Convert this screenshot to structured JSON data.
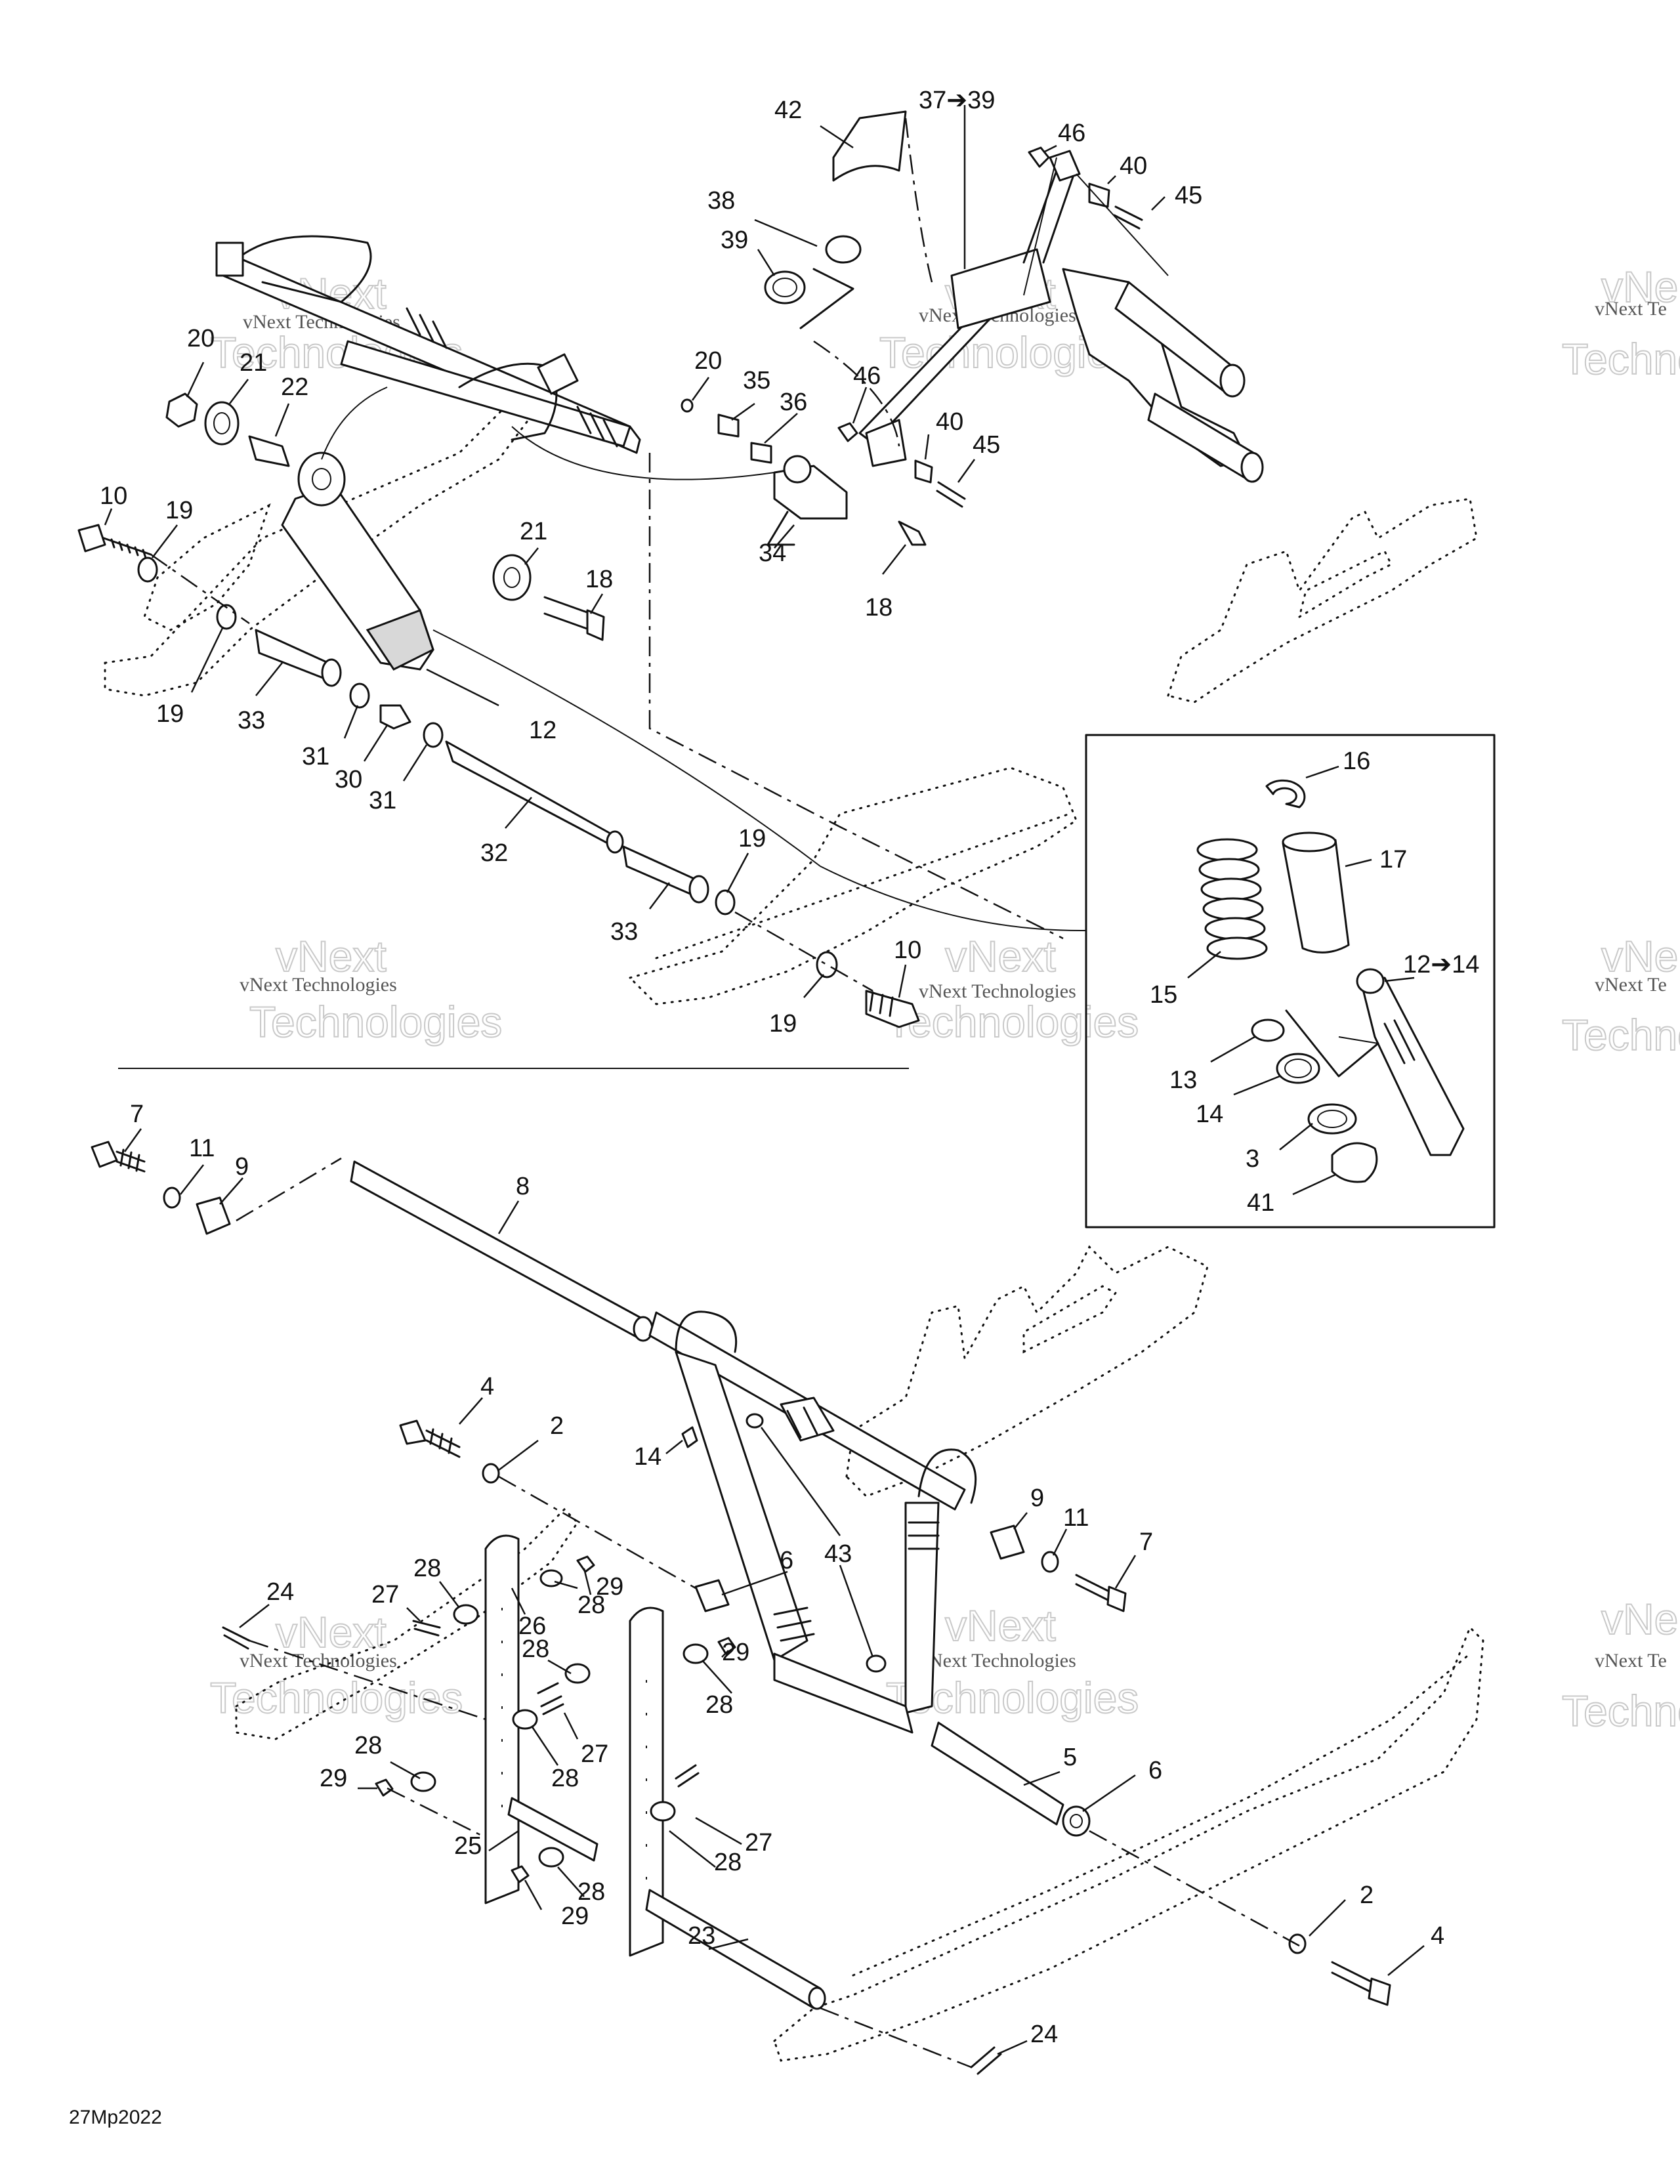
{
  "drawing_code": "27Mp2022",
  "watermark": {
    "line": "vNext Technologies",
    "big_top": "vNext",
    "big_bottom": "Technologies",
    "edge_top": "vNe",
    "edge_small": "vNext Te",
    "edge_bottom": "Techno"
  },
  "callouts": [
    {
      "id": "c42",
      "text": "42"
    },
    {
      "id": "c37",
      "text": "37➔39"
    },
    {
      "id": "c46a",
      "text": "46"
    },
    {
      "id": "c40a",
      "text": "40"
    },
    {
      "id": "c45a",
      "text": "45"
    },
    {
      "id": "c38",
      "text": "38"
    },
    {
      "id": "c39",
      "text": "39"
    },
    {
      "id": "c20a",
      "text": "20"
    },
    {
      "id": "c21a",
      "text": "21"
    },
    {
      "id": "c22",
      "text": "22"
    },
    {
      "id": "c20b",
      "text": "20"
    },
    {
      "id": "c35",
      "text": "35"
    },
    {
      "id": "c36",
      "text": "36"
    },
    {
      "id": "c46b",
      "text": "46"
    },
    {
      "id": "c40b",
      "text": "40"
    },
    {
      "id": "c45b",
      "text": "45"
    },
    {
      "id": "c34",
      "text": "34"
    },
    {
      "id": "c18a",
      "text": "18"
    },
    {
      "id": "c10a",
      "text": "10"
    },
    {
      "id": "c19a",
      "text": "19"
    },
    {
      "id": "c21b",
      "text": "21"
    },
    {
      "id": "c18b",
      "text": "18"
    },
    {
      "id": "c19b",
      "text": "19"
    },
    {
      "id": "c33a",
      "text": "33"
    },
    {
      "id": "c12",
      "text": "12"
    },
    {
      "id": "c31a",
      "text": "31"
    },
    {
      "id": "c30",
      "text": "30"
    },
    {
      "id": "c31b",
      "text": "31"
    },
    {
      "id": "c32",
      "text": "32"
    },
    {
      "id": "c19c",
      "text": "19"
    },
    {
      "id": "c33b",
      "text": "33"
    },
    {
      "id": "c10b",
      "text": "10"
    },
    {
      "id": "c19d",
      "text": "19"
    },
    {
      "id": "c16",
      "text": "16"
    },
    {
      "id": "c17",
      "text": "17"
    },
    {
      "id": "c15",
      "text": "15"
    },
    {
      "id": "c1214",
      "text": "12➔14"
    },
    {
      "id": "c13",
      "text": "13"
    },
    {
      "id": "c14a",
      "text": "14"
    },
    {
      "id": "c3",
      "text": "3"
    },
    {
      "id": "c41",
      "text": "41"
    },
    {
      "id": "c7a",
      "text": "7"
    },
    {
      "id": "c11a",
      "text": "11"
    },
    {
      "id": "c9a",
      "text": "9"
    },
    {
      "id": "c8",
      "text": "8"
    },
    {
      "id": "c4a",
      "text": "4"
    },
    {
      "id": "c2a",
      "text": "2"
    },
    {
      "id": "c14b",
      "text": "14"
    },
    {
      "id": "c43",
      "text": "43"
    },
    {
      "id": "c9b",
      "text": "9"
    },
    {
      "id": "c11b",
      "text": "11"
    },
    {
      "id": "c7b",
      "text": "7"
    },
    {
      "id": "c28a",
      "text": "28"
    },
    {
      "id": "c27a",
      "text": "27"
    },
    {
      "id": "c24a",
      "text": "24"
    },
    {
      "id": "c29a",
      "text": "29"
    },
    {
      "id": "c28b",
      "text": "28"
    },
    {
      "id": "c26",
      "text": "26"
    },
    {
      "id": "c6a",
      "text": "6"
    },
    {
      "id": "c28c",
      "text": "28"
    },
    {
      "id": "c29b",
      "text": "29"
    },
    {
      "id": "c28d",
      "text": "28"
    },
    {
      "id": "c27b",
      "text": "27"
    },
    {
      "id": "c28e",
      "text": "28"
    },
    {
      "id": "c28f",
      "text": "28"
    },
    {
      "id": "c29c",
      "text": "29"
    },
    {
      "id": "c5",
      "text": "5"
    },
    {
      "id": "c6b",
      "text": "6"
    },
    {
      "id": "c25",
      "text": "25"
    },
    {
      "id": "c27c",
      "text": "27"
    },
    {
      "id": "c28g",
      "text": "28"
    },
    {
      "id": "c28h",
      "text": "28"
    },
    {
      "id": "c29d",
      "text": "29"
    },
    {
      "id": "c23",
      "text": "23"
    },
    {
      "id": "c2b",
      "text": "2"
    },
    {
      "id": "c4b",
      "text": "4"
    },
    {
      "id": "c24b",
      "text": "24"
    }
  ]
}
